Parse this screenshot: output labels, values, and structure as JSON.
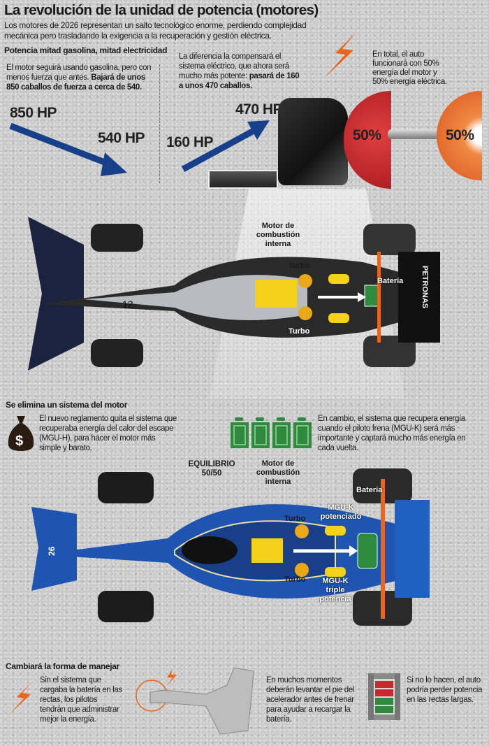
{
  "title": "La revolución de la unidad de potencia (motores)",
  "subtitle": "Los motores de 2026 representan un salto tecnológico enorme, perdiendo complejidad mecánica pero trasladando la exigencia a la recuperación y gestión eléctrica.",
  "section1": {
    "heading": "Potencia mitad gasolina, mitad electricidad",
    "engine_text": "El motor seguirá usando gasolina, pero con menos fuerza que antes. ",
    "engine_text_bold": "Bajará de unos 850 caballos de fuerza a cerca de 540.",
    "electric_text": "La diferencia la compensará el sistema eléctrico, que ahora será mucho más potente: ",
    "electric_text_bold": "pasará de 160 a unos 470 caballos.",
    "total_text": "En total, el auto funcionará con 50% energía del motor y 50% energía eléctrica.",
    "hp_engine_before": "850 HP",
    "hp_engine_after": "540 HP",
    "hp_electric_before": "160 HP",
    "hp_electric_after": "470 HP",
    "share_engine": "50%",
    "share_electric": "50%"
  },
  "car1": {
    "engine_label": "Motor de combustión interna",
    "turbo_top": "Turbo",
    "turbo_bottom": "Turbo",
    "battery": "Batería",
    "number": "12",
    "sponsor": "PETRONAS"
  },
  "section2": {
    "heading": "Se elimina un sistema del motor",
    "mguh_text": "El nuevo reglamento quita el sistema que recuperaba energía del calor del escape (MGU-H), para hacer el motor más simple y barato.",
    "mguk_text": "En cambio, el sistema que recupera energía cuando el piloto frena (MGU-K) será más importante y captará mucho más energía en cada vuelta."
  },
  "car2": {
    "balance": "EQUILIBRIO 50/50",
    "engine_label": "Motor de combustión interna",
    "battery": "Batería",
    "mguk_top": "MGU-K potenciado",
    "mguk_bottom": "MGU-K triple potencia",
    "turbo_top": "Turbo",
    "turbo_bottom": "Turbo",
    "number": "26"
  },
  "section3": {
    "heading": "Cambiará la forma de manejar",
    "text1": "Sin el sistema que cargaba la batería en las rectas, los pilotos tendrán que administrar mejor la energía.",
    "text2": "En muchos momentos deberán levantar el pie del acelerador antes de frenar para ayudar a recargar la batería.",
    "text3": "Si no lo hacen, el auto podría perder potencia en las rectas largas."
  },
  "colors": {
    "orange": "#e8661f",
    "blue": "#173f8a",
    "green": "#2e8b3e",
    "red": "#c8282e",
    "yellow": "#f5d21a"
  }
}
